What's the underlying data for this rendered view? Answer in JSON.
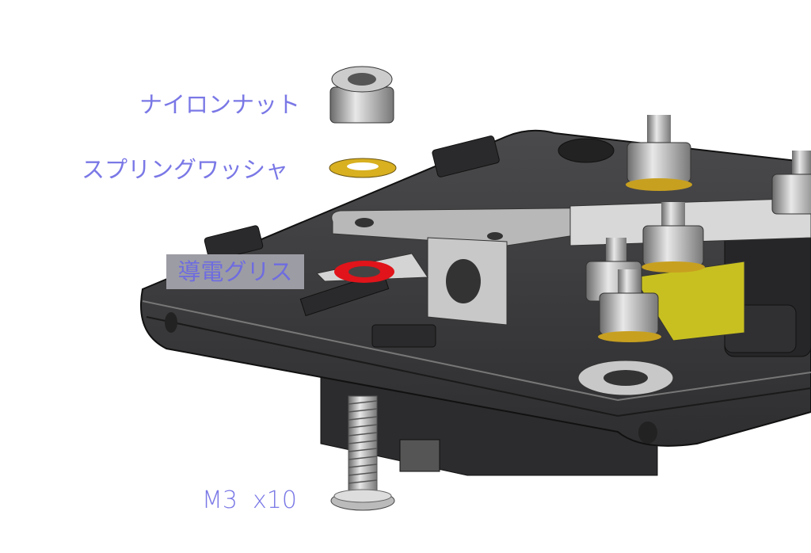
{
  "labels": {
    "nylon_nut": "ナイロンナット",
    "spring_washer": "スプリングワッシャ",
    "conductive_grease": "導電グリス",
    "screw": "M3  x10"
  },
  "colors": {
    "label_text": "#7a78e6",
    "grease_ring": "#e0141a",
    "washer": "#d8b020",
    "plate": "#3a3a3c"
  }
}
